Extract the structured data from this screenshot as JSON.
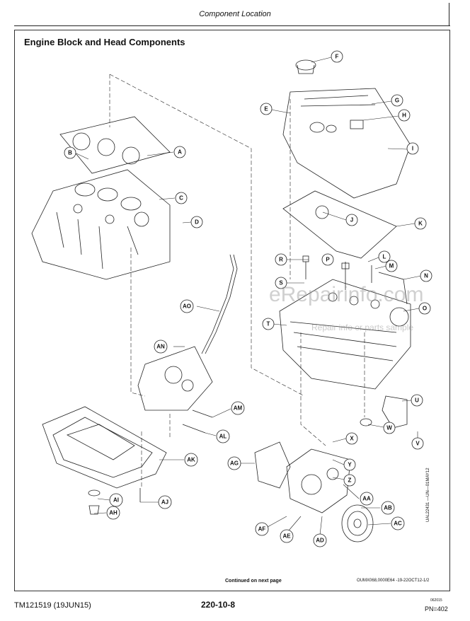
{
  "header": {
    "title": "Component Location"
  },
  "section": {
    "title": "Engine Block and Head Components"
  },
  "watermark": {
    "main": "eRepairinfo.com",
    "sub": "Repair info or parts sample"
  },
  "diagram": {
    "continued": "Continued on next page",
    "ref_code": "OUMX068,0000E64 -19-22OCT12-1/2",
    "side_code": "UAL22431 —UN—01MAY12"
  },
  "footer": {
    "doc_id": "TM121519 (19JUN15)",
    "page": "220-10-8",
    "small_code": "062015",
    "pn": "PN=402"
  },
  "callouts": [
    "A",
    "B",
    "C",
    "D",
    "E",
    "F",
    "G",
    "H",
    "I",
    "J",
    "K",
    "L",
    "M",
    "N",
    "O",
    "P",
    "R",
    "S",
    "T",
    "U",
    "V",
    "W",
    "X",
    "Y",
    "Z",
    "AA",
    "AB",
    "AC",
    "AD",
    "AE",
    "AF",
    "AG",
    "AH",
    "AI",
    "AJ",
    "AK",
    "AL",
    "AM",
    "AN",
    "AO"
  ]
}
